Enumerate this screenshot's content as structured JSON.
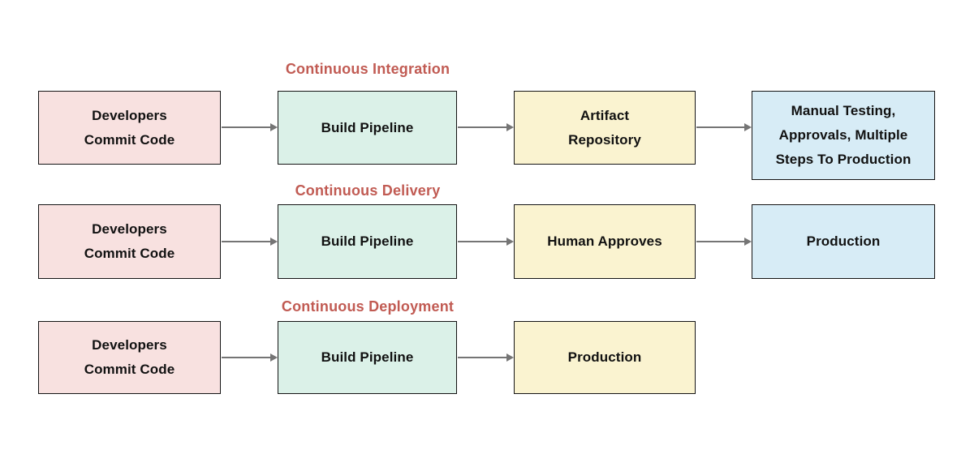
{
  "diagram": {
    "background": "#ffffff",
    "palette": {
      "commit_box": "#f8e1e0",
      "build_box": "#dbf1e8",
      "third_box": "#faf3d0",
      "fourth_box": "#d7ecf6",
      "box_border": "#141414",
      "box_text": "#111111",
      "row_title": "#c15b53",
      "arrow": "#757575"
    },
    "rows": [
      {
        "title": "Continuous Integration",
        "boxes": [
          {
            "label": "Developers\nCommit Code"
          },
          {
            "label": "Build Pipeline"
          },
          {
            "label": "Artifact\nRepository"
          },
          {
            "label": "Manual Testing,\nApprovals, Multiple\nSteps To Production"
          }
        ]
      },
      {
        "title": "Continuous Delivery",
        "boxes": [
          {
            "label": "Developers\nCommit Code"
          },
          {
            "label": "Build Pipeline"
          },
          {
            "label": "Human Approves"
          },
          {
            "label": "Production"
          }
        ]
      },
      {
        "title": "Continuous Deployment",
        "boxes": [
          {
            "label": "Developers\nCommit Code"
          },
          {
            "label": "Build Pipeline"
          },
          {
            "label": "Production"
          }
        ]
      }
    ]
  }
}
